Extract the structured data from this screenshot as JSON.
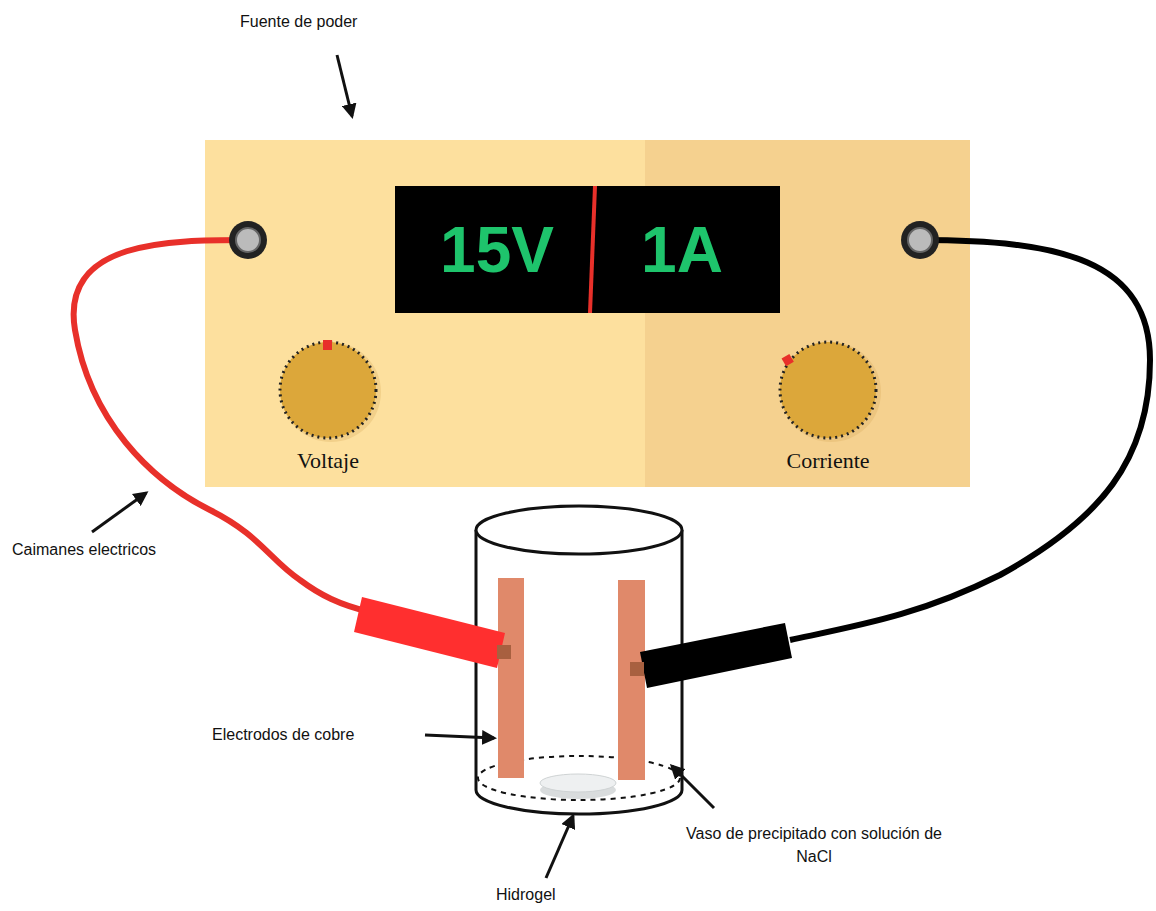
{
  "diagram": {
    "nodes": [
      {
        "text": [
          "Voltaje",
          "Corriente"
        ]
      },
      {
        "text": [
          "15V",
          "1A"
        ],
        "in": 0
      }
    ],
    "labels": [
      "Fuente de poder",
      "Caimanes electricos",
      "Electrodos de cobre",
      "Hidrogel",
      "Vaso de precipitado con solución de NaCl"
    ]
  }
}
